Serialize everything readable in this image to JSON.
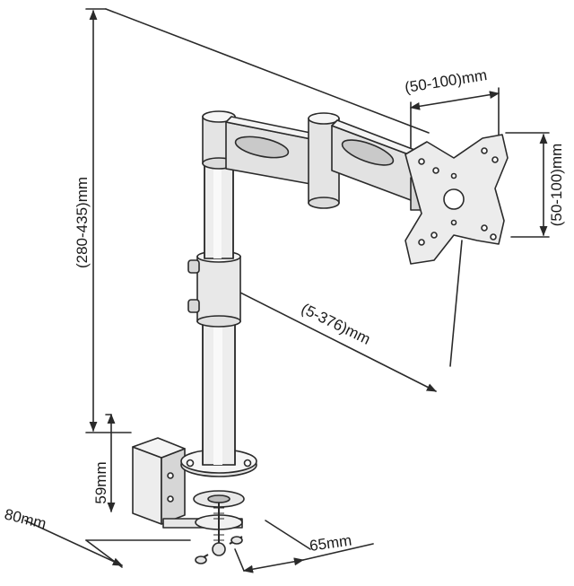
{
  "colors": {
    "line": "#2a2a2a",
    "metal": "#e6e6e6",
    "metal_dark": "#bdbdbd",
    "background": "#ffffff"
  },
  "dimensions": {
    "height_range": "(280-435)mm",
    "arm_reach": "(5-376)mm",
    "vesa_horizontal": "(50-100)mm",
    "vesa_vertical": "(50-100)mm",
    "clamp_height": "59mm",
    "clamp_depth": "80mm",
    "clamp_width": "65mm"
  }
}
